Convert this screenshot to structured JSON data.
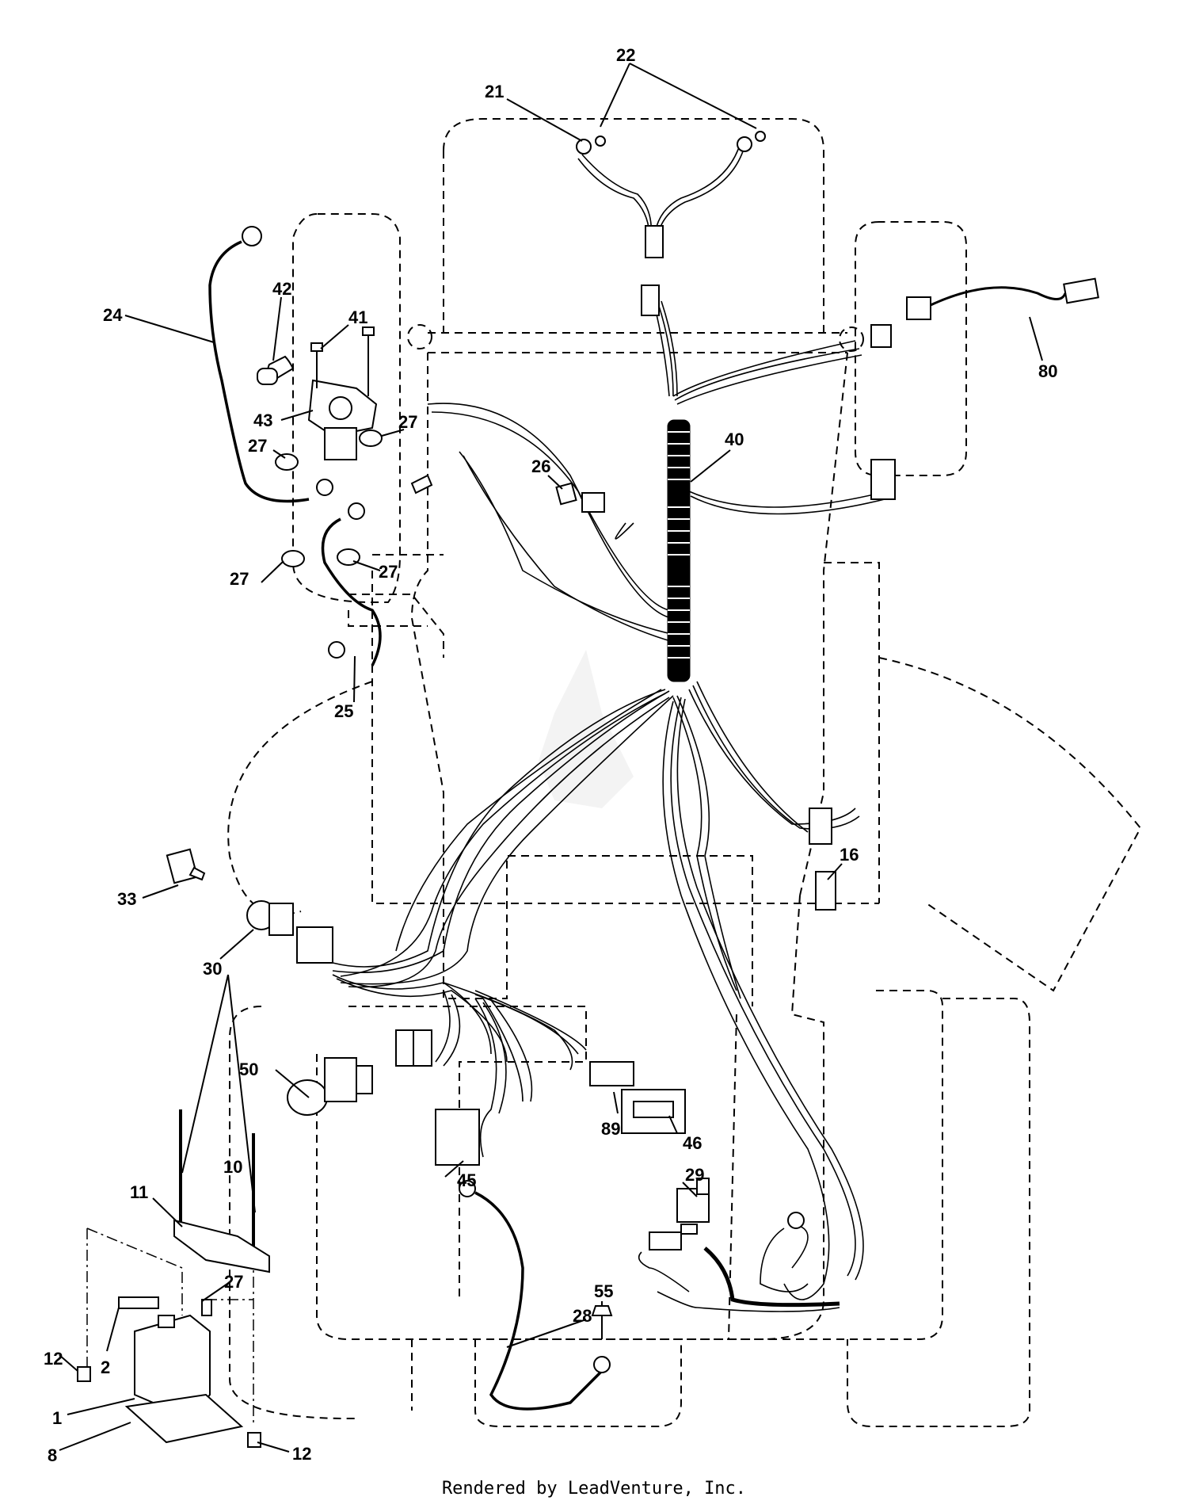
{
  "diagram": {
    "callouts": [
      "1",
      "2",
      "8",
      "10",
      "11",
      "12",
      "12",
      "16",
      "21",
      "22",
      "24",
      "25",
      "26",
      "27",
      "27",
      "27",
      "27",
      "27",
      "28",
      "29",
      "30",
      "33",
      "40",
      "41",
      "42",
      "43",
      "45",
      "46",
      "50",
      "55",
      "80",
      "89"
    ]
  },
  "footer": {
    "text": "Rendered by LeadVenture, Inc."
  },
  "colors": {
    "line": "#000000",
    "background": "#ffffff",
    "watermark": "#e6e6e6"
  },
  "icons": [
    "watermark-logo-icon"
  ]
}
